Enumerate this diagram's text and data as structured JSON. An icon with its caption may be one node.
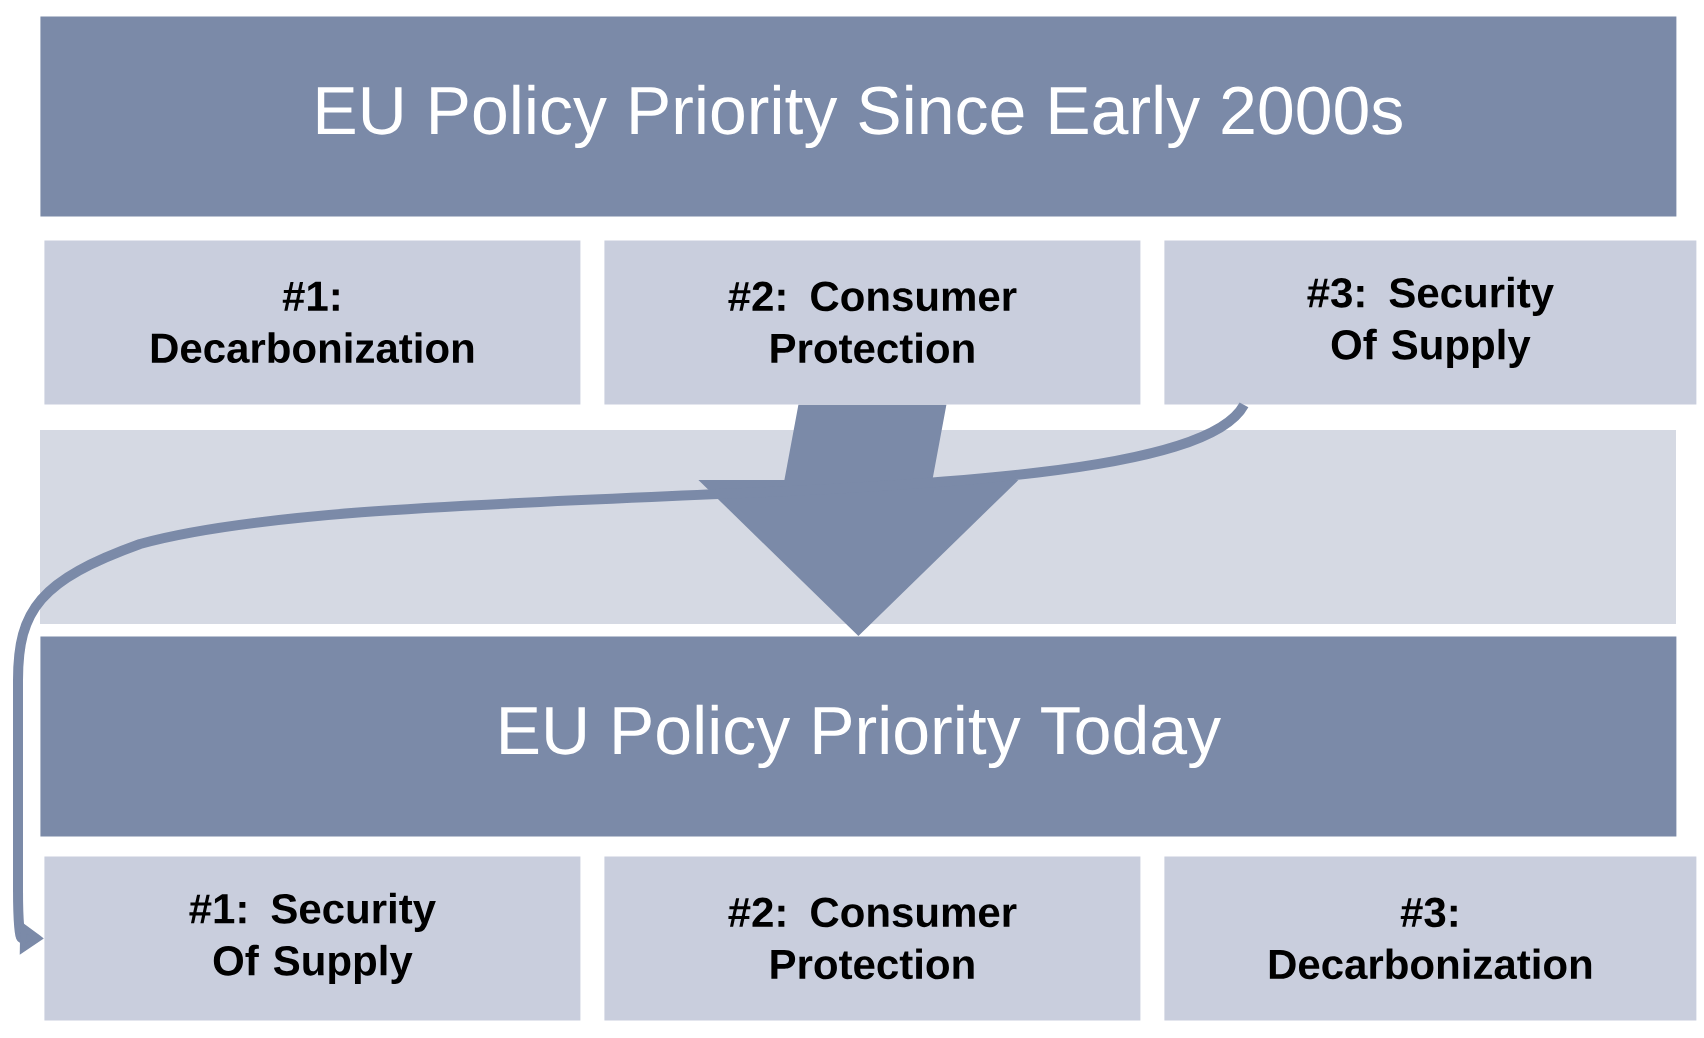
{
  "diagram": {
    "nodes": [
      {
        "text": [
          "EU Policy Priority Since Early 2000s"
        ]
      },
      {
        "text": [
          "#1: Decarbonization"
        ]
      },
      {
        "text": [
          "#2: Consumer Protection"
        ]
      },
      {
        "text": [
          "#3: Security Of Supply"
        ]
      },
      {
        "text": [
          "EU Policy Priority Today"
        ]
      },
      {
        "text": [
          "#1: Security Of Supply"
        ]
      },
      {
        "text": [
          "#2: Consumer Protection"
        ]
      },
      {
        "text": [
          "#3: Decarbonization"
        ]
      }
    ],
    "edges": [
      {
        "from": 2,
        "to": 4,
        "arrow": "to",
        "style": "thick"
      },
      {
        "from": 3,
        "to": 5,
        "arrow": "to"
      }
    ]
  }
}
